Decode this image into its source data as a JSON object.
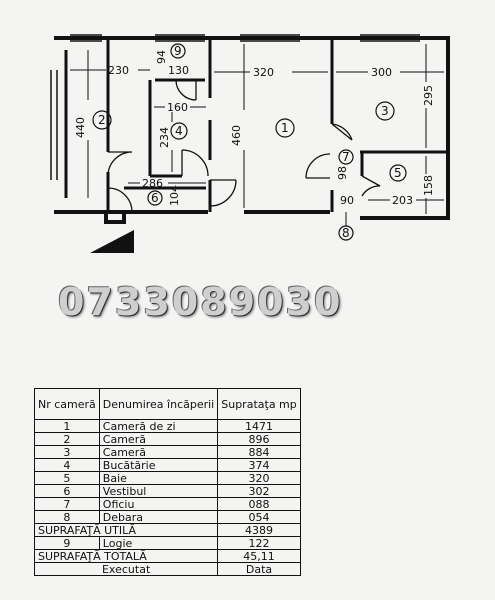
{
  "plan": {
    "dimensions": {
      "d230": "230",
      "d94": "94",
      "d130": "130",
      "d320": "320",
      "d300": "300",
      "d440": "440",
      "d160": "160",
      "d234": "234",
      "d460": "460",
      "d295": "295",
      "d286": "286",
      "d104": "104",
      "d98": "98",
      "d158": "158",
      "d90": "90",
      "d203": "203"
    },
    "room_labels": {
      "r1": "1",
      "r2": "2",
      "r3": "3",
      "r4": "4",
      "r5": "5",
      "r6": "6",
      "r7": "7",
      "r8": "8",
      "r9": "9"
    }
  },
  "watermark": {
    "phone": "0733089030"
  },
  "table": {
    "header": {
      "nr": "Nr camerã",
      "name": "Denumirea încãperii",
      "area": "Suprataţa mp"
    },
    "rows": [
      {
        "nr": "1",
        "name": "Camerã de zi",
        "area": "1471"
      },
      {
        "nr": "2",
        "name": "Camerã",
        "area": "896"
      },
      {
        "nr": "3",
        "name": "Camerã",
        "area": "884"
      },
      {
        "nr": "4",
        "name": "Bucãtãrie",
        "area": "374"
      },
      {
        "nr": "5",
        "name": "Baie",
        "area": "320"
      },
      {
        "nr": "6",
        "name": "Vestibul",
        "area": "302"
      },
      {
        "nr": "7",
        "name": "Oficiu",
        "area": "088"
      },
      {
        "nr": "8",
        "name": "Debara",
        "area": "054"
      }
    ],
    "suprafata_utila": {
      "label": "SUPRAFAŢÃ UTILÃ",
      "value": "4389"
    },
    "logie": {
      "nr": "9",
      "name": "Logie",
      "area": "122"
    },
    "suprafata_totala": {
      "label": "SUPRAFAŢÃ TOTALÃ",
      "value": "45,11"
    },
    "footer": {
      "executat": "Executat",
      "data": "Data"
    }
  }
}
